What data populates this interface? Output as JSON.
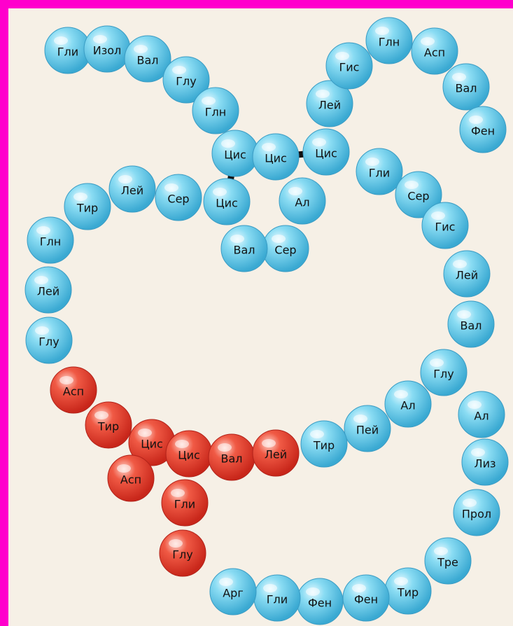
{
  "colors": {
    "background": "#f6f0e6",
    "frame": "#ff00cc",
    "blue_bead": "#5ec9ea",
    "red_bead": "#e83a2c",
    "bridge": "#111111"
  },
  "beads": [
    {
      "label": "Гли",
      "color": "blue"
    },
    {
      "label": "Изол",
      "color": "blue"
    },
    {
      "label": "Вал",
      "color": "blue"
    },
    {
      "label": "Глу",
      "color": "blue"
    },
    {
      "label": "Глн",
      "color": "blue"
    },
    {
      "label": "Цис",
      "color": "blue"
    },
    {
      "label": "Цис",
      "color": "blue"
    },
    {
      "label": "Цис",
      "color": "blue"
    },
    {
      "label": "Лей",
      "color": "blue"
    },
    {
      "label": "Гис",
      "color": "blue"
    },
    {
      "label": "Глн",
      "color": "blue"
    },
    {
      "label": "Асп",
      "color": "blue"
    },
    {
      "label": "Вал",
      "color": "blue"
    },
    {
      "label": "Фен",
      "color": "blue"
    },
    {
      "label": "Цис",
      "color": "blue"
    },
    {
      "label": "Ал",
      "color": "blue"
    },
    {
      "label": "Сер",
      "color": "blue"
    },
    {
      "label": "Вал",
      "color": "blue"
    },
    {
      "label": "Гли",
      "color": "blue"
    },
    {
      "label": "Сер",
      "color": "blue"
    },
    {
      "label": "Гис",
      "color": "blue"
    },
    {
      "label": "Лей",
      "color": "blue"
    },
    {
      "label": "Вал",
      "color": "blue"
    },
    {
      "label": "Глу",
      "color": "blue"
    },
    {
      "label": "Ал",
      "color": "blue"
    },
    {
      "label": "Пей",
      "color": "blue"
    },
    {
      "label": "Тир",
      "color": "blue"
    },
    {
      "label": "Сер",
      "color": "blue"
    },
    {
      "label": "Лей",
      "color": "blue"
    },
    {
      "label": "Тир",
      "color": "blue"
    },
    {
      "label": "Глн",
      "color": "blue"
    },
    {
      "label": "Лей",
      "color": "blue"
    },
    {
      "label": "Глу",
      "color": "blue"
    },
    {
      "label": "Асп",
      "color": "red"
    },
    {
      "label": "Тир",
      "color": "red"
    },
    {
      "label": "Цис",
      "color": "red"
    },
    {
      "label": "Асп",
      "color": "red"
    },
    {
      "label": "Цис",
      "color": "red"
    },
    {
      "label": "Вал",
      "color": "red"
    },
    {
      "label": "Лей",
      "color": "red"
    },
    {
      "label": "Гли",
      "color": "red"
    },
    {
      "label": "Глу",
      "color": "red"
    },
    {
      "label": "Ал",
      "color": "blue"
    },
    {
      "label": "Лиз",
      "color": "blue"
    },
    {
      "label": "Прол",
      "color": "blue"
    },
    {
      "label": "Тре",
      "color": "blue"
    },
    {
      "label": "Тир",
      "color": "blue"
    },
    {
      "label": "Фен",
      "color": "blue"
    },
    {
      "label": "Фен",
      "color": "blue"
    },
    {
      "label": "Гли",
      "color": "blue"
    },
    {
      "label": "Арг",
      "color": "blue"
    }
  ]
}
